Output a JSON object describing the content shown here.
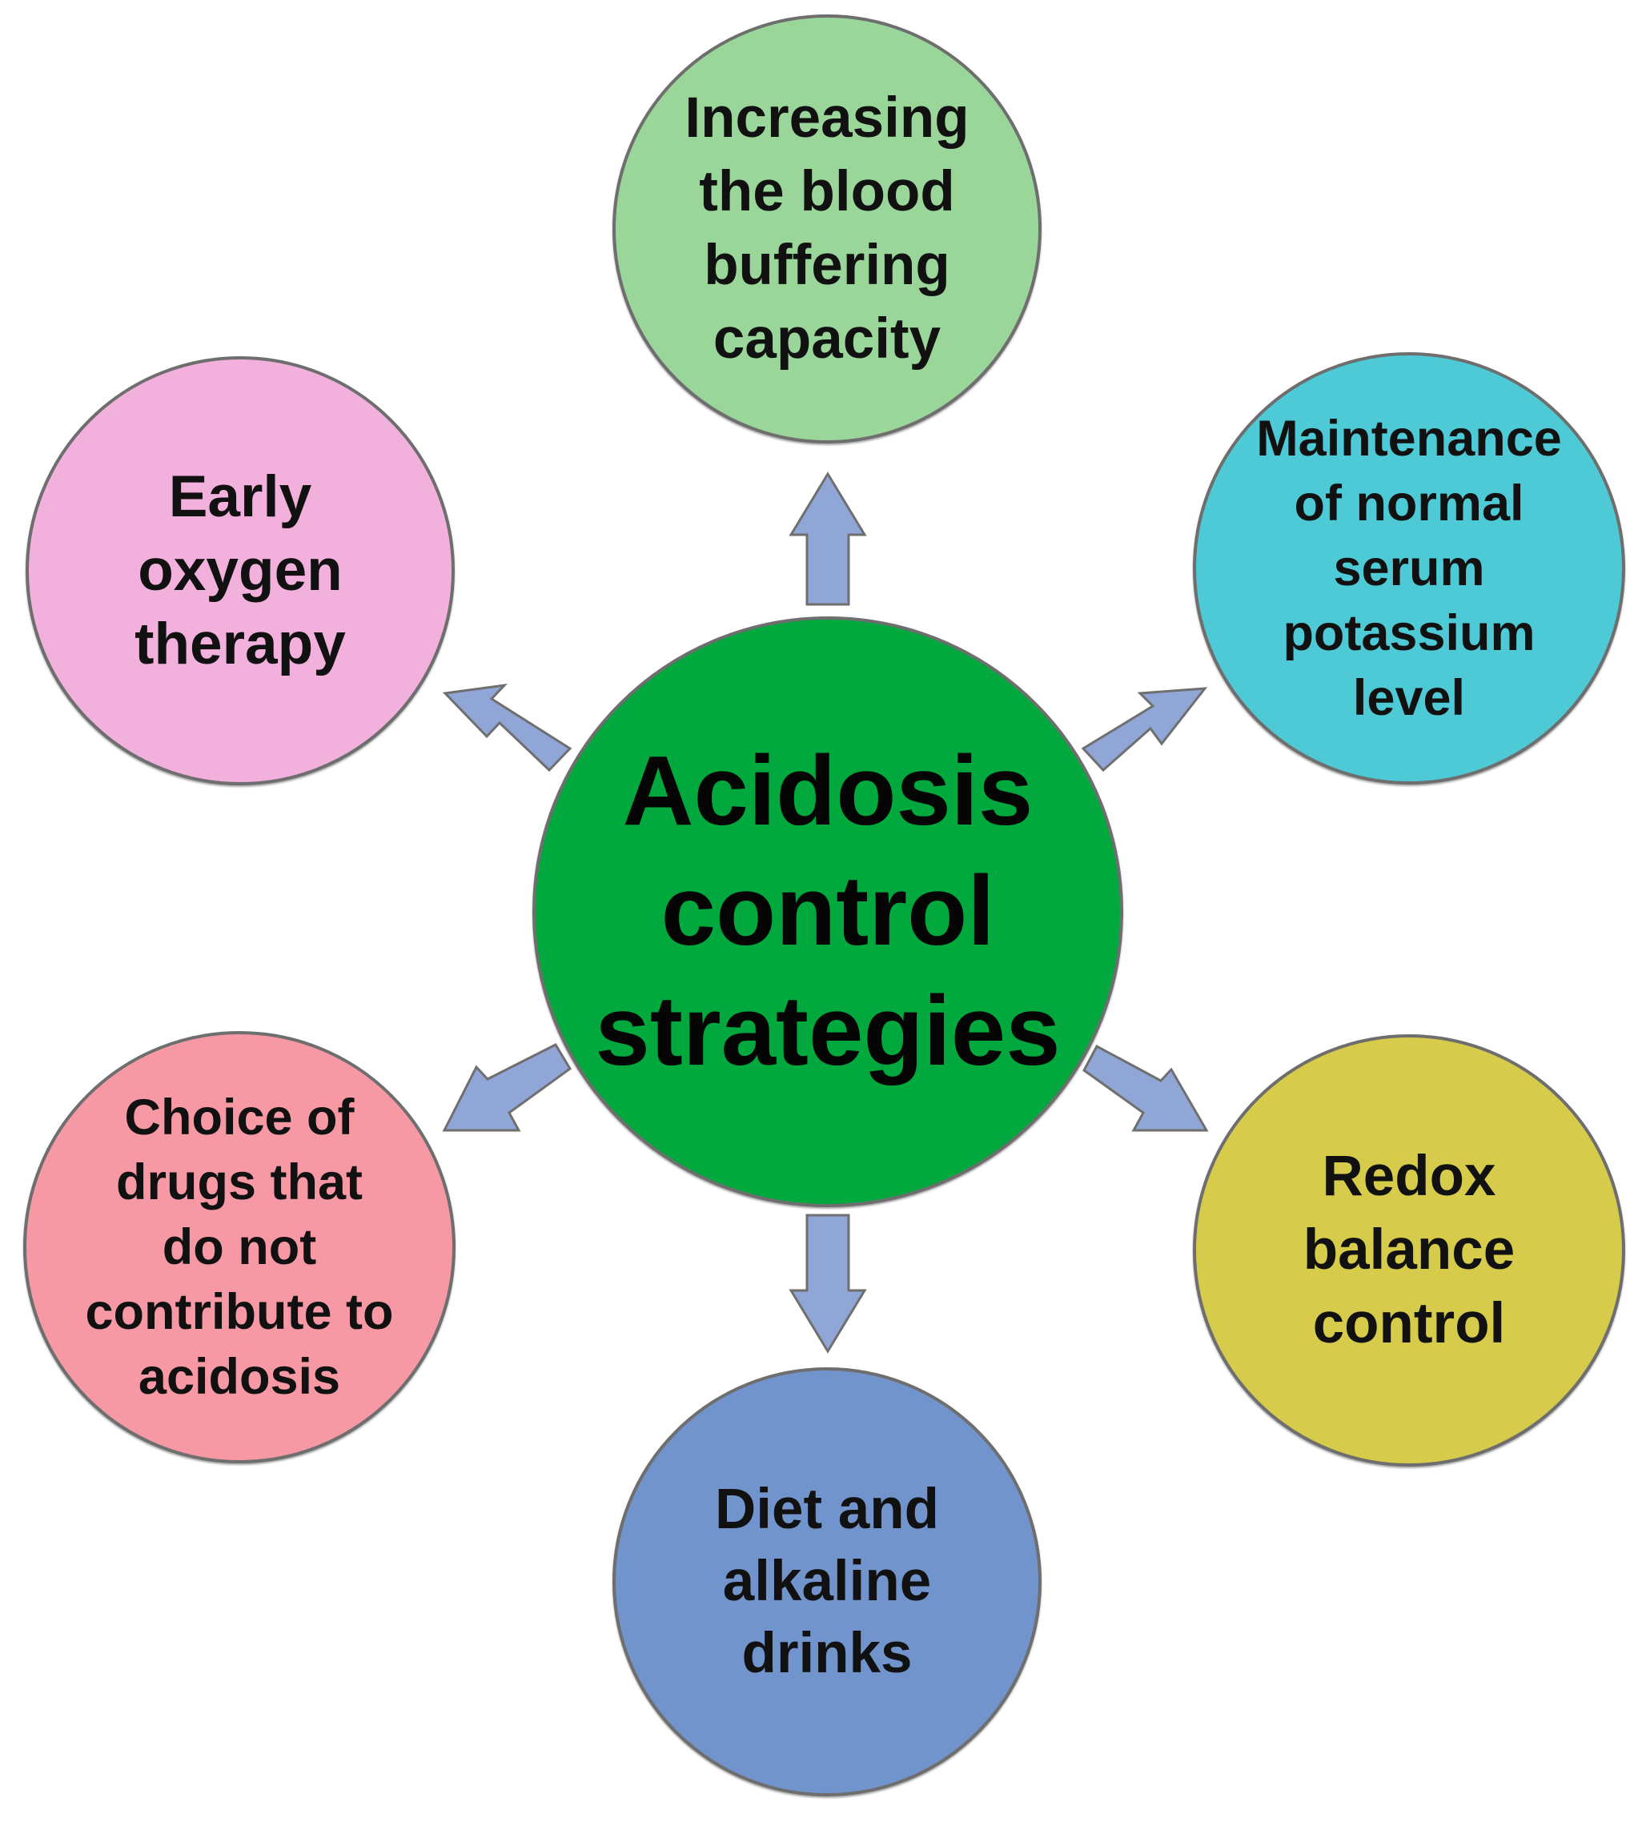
{
  "diagram": {
    "center": {
      "label": "Acidosis\ncontrol\nstrategies",
      "color": "#00a83d"
    },
    "nodes": [
      {
        "id": "top",
        "label": "Increasing\nthe blood\nbuffering\ncapacity",
        "color": "#9ad69a"
      },
      {
        "id": "left",
        "label": "Early\noxygen\ntherapy",
        "color": "#f2b0dd"
      },
      {
        "id": "right",
        "label": "Maintenance\nof normal\nserum\npotassium\nlevel",
        "color": "#4dcad6"
      },
      {
        "id": "lleft",
        "label": "Choice of\ndrugs that\ndo not\ncontribute to\nacidosis",
        "color": "#f799a5"
      },
      {
        "id": "lright",
        "label": "Redox\nbalance\ncontrol",
        "color": "#d6cb4a"
      },
      {
        "id": "bottom",
        "label": "Diet and\nalkaline\ndrinks",
        "color": "#7294cc"
      }
    ]
  }
}
